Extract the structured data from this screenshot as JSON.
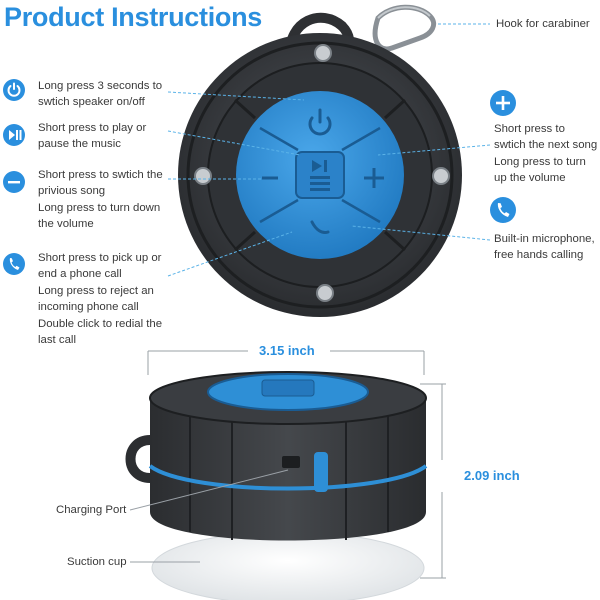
{
  "title": "Product Instructions",
  "callouts": {
    "hook": "Hook for carabiner",
    "power": [
      "Long press 3 seconds to",
      "swtich speaker on/off"
    ],
    "play": [
      "Short press to play or",
      "pause the music"
    ],
    "minus": [
      "Short press to swtich the",
      "privious song",
      "Long press to turn down",
      "the volume"
    ],
    "phone": [
      "Short press to pick up or",
      "end a phone call",
      "Long press to reject an",
      "incoming phone call",
      "Double click to redial the",
      "last call"
    ],
    "plus": [
      "Short press to",
      "swtich the next song",
      "Long press to turn",
      "up the volume"
    ],
    "mic": [
      "Built-in microphone,",
      "free hands calling"
    ],
    "charging": "Charging Port",
    "suction": "Suction cup"
  },
  "dimensions": {
    "width": "3.15 inch",
    "height": "2.09 inch"
  },
  "colors": {
    "accent": "#2a8fde",
    "speaker_body": "#3a3d40",
    "button_blue": "#2e8fd6"
  }
}
